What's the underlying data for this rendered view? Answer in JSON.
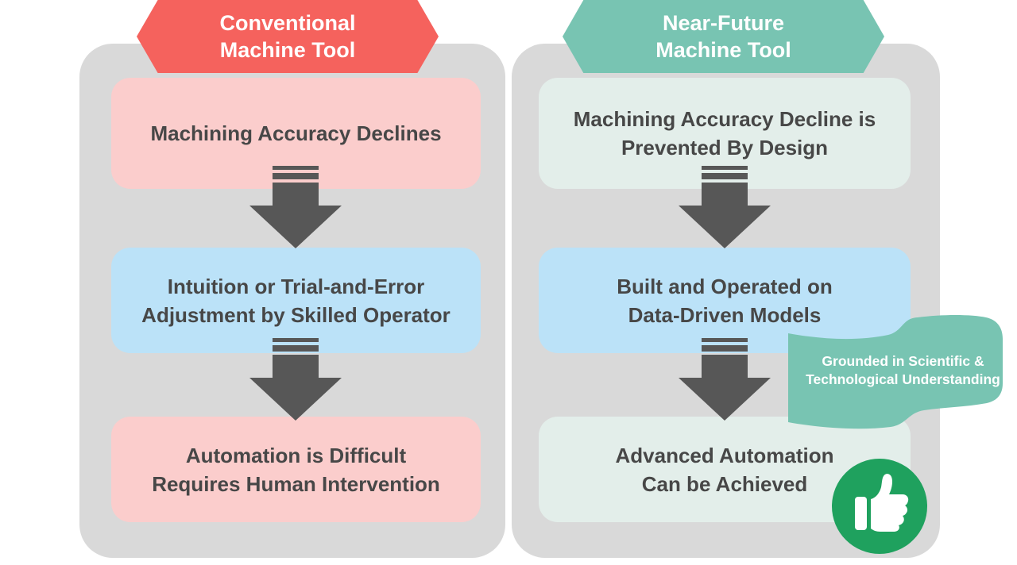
{
  "colors": {
    "coral_red": "#F5625D",
    "teal": "#78C4B2",
    "panel_gray": "#D9D9D9",
    "pink": "#FBCDCC",
    "light_blue": "#BBE2F8",
    "mint": "#E3EEEA",
    "arrow_gray": "#575757",
    "dark_text": "#474747",
    "green": "#1FA15E"
  },
  "left_column": {
    "header": {
      "line1": "Conventional",
      "line2": "Machine Tool"
    },
    "boxes": [
      {
        "tone": "pink",
        "lines": [
          "Machining Accuracy Declines"
        ]
      },
      {
        "tone": "blue",
        "lines": [
          "Intuition or Trial-and-Error",
          "Adjustment by Skilled Operator"
        ]
      },
      {
        "tone": "pink",
        "lines": [
          "Automation is Difficult",
          "Requires Human Intervention"
        ]
      }
    ]
  },
  "right_column": {
    "header": {
      "line1": "Near-Future",
      "line2": "Machine Tool"
    },
    "boxes": [
      {
        "tone": "mint",
        "lines": [
          "Machining Accuracy Decline is",
          "Prevented By Design"
        ]
      },
      {
        "tone": "blue",
        "lines": [
          "Built and Operated on",
          "Data-Driven Models"
        ]
      },
      {
        "tone": "mint",
        "lines": [
          "Advanced Automation",
          "Can be Achieved"
        ]
      }
    ]
  },
  "ribbon": {
    "line1": "Grounded in Scientific &",
    "line2": "Technological Understanding"
  },
  "badge": {
    "icon": "thumbs-up"
  }
}
